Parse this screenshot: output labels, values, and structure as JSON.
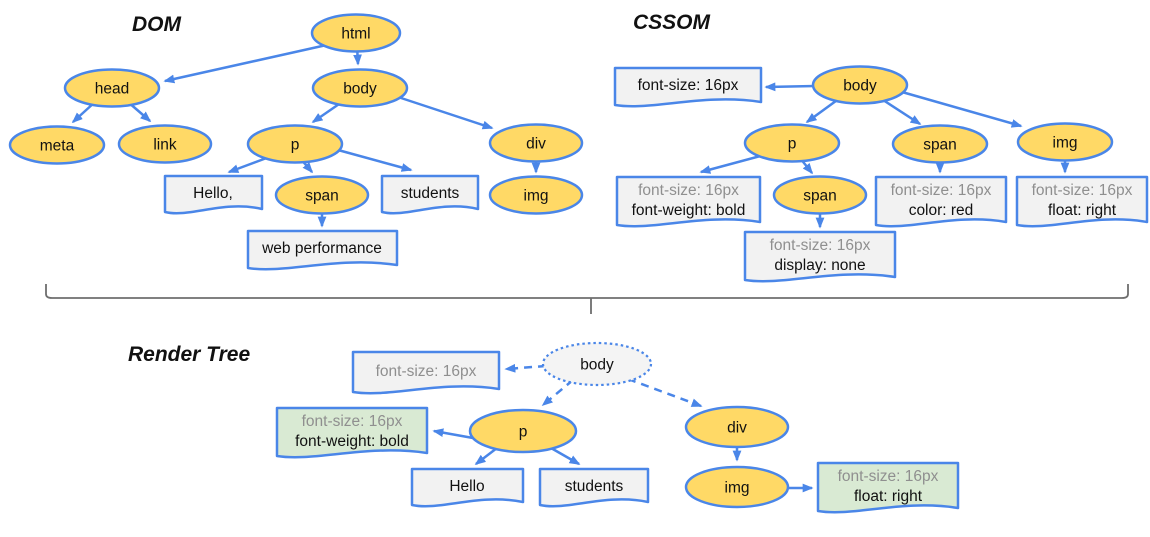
{
  "colors": {
    "node_fill": "#ffd966",
    "line_blue": "#4a86e8",
    "box_fill": "#f2f2f2",
    "green_box_fill": "#d9ead3",
    "render_body_fill": "#f4f4f4",
    "gray_text": "#8f8f8f",
    "black_text": "#111111",
    "bracket_gray": "#6e6e6e"
  },
  "dom": {
    "title": "DOM",
    "nodes": {
      "html": "html",
      "head": "head",
      "body": "body",
      "meta": "meta",
      "link": "link",
      "p": "p",
      "div": "div",
      "span": "span",
      "img": "img"
    },
    "text_nodes": {
      "hello": "Hello,",
      "students": "students",
      "web_performance": "web performance"
    }
  },
  "cssom": {
    "title": "CSSOM",
    "nodes": {
      "body": "body",
      "p": "p",
      "span": "span",
      "span_child": "span",
      "img": "img"
    },
    "rules": {
      "body": {
        "line1": "font-size: 16px"
      },
      "p": {
        "line1": "font-size: 16px",
        "line2": "font-weight: bold"
      },
      "span": {
        "line1": "font-size: 16px",
        "line2": "color: red"
      },
      "span_child": {
        "line1": "font-size: 16px",
        "line2": "display: none"
      },
      "img": {
        "line1": "font-size: 16px",
        "line2": "float: right"
      }
    }
  },
  "render_tree": {
    "title": "Render Tree",
    "nodes": {
      "body": "body",
      "p": "p",
      "div": "div",
      "img": "img"
    },
    "text_nodes": {
      "hello": "Hello",
      "students": "students"
    },
    "rules": {
      "body": {
        "line1": "font-size: 16px"
      },
      "p": {
        "line1": "font-size: 16px",
        "line2": "font-weight: bold"
      },
      "img": {
        "line1": "font-size: 16px",
        "line2": "float: right"
      }
    }
  }
}
